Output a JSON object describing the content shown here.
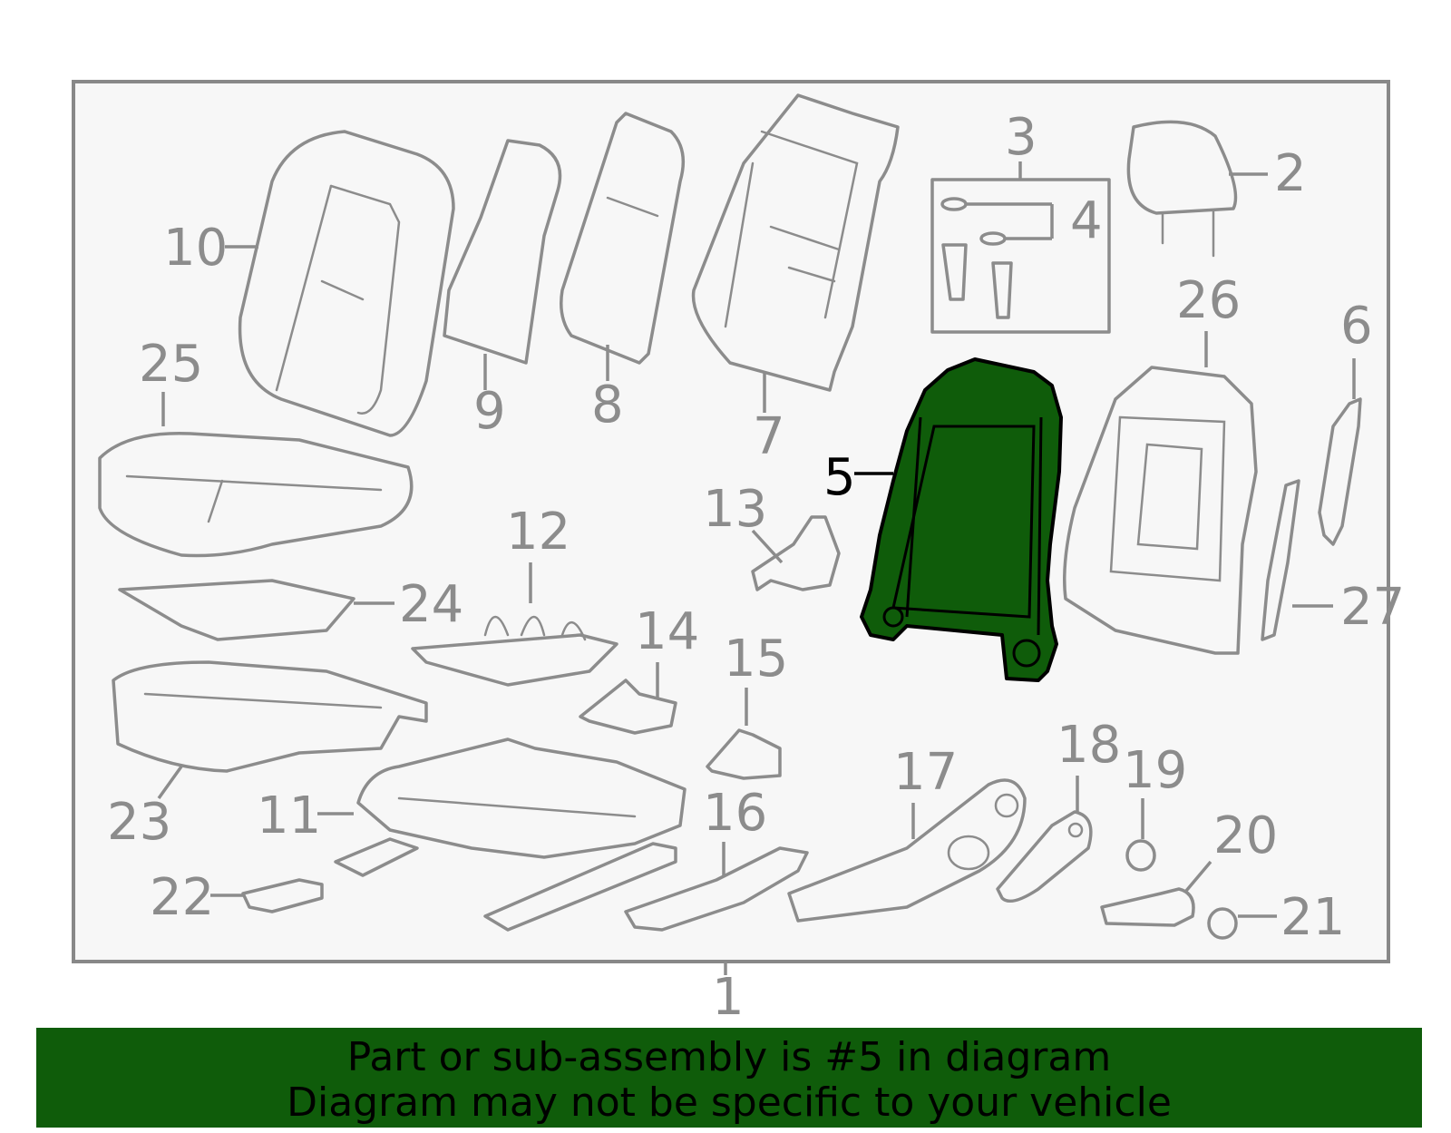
{
  "diagram": {
    "highlighted_part": "5",
    "callouts": [
      "1",
      "2",
      "3",
      "4",
      "5",
      "6",
      "7",
      "8",
      "9",
      "10",
      "11",
      "12",
      "13",
      "14",
      "15",
      "16",
      "17",
      "18",
      "19",
      "20",
      "21",
      "22",
      "23",
      "24",
      "25",
      "26",
      "27"
    ]
  },
  "banner": {
    "line1": "Part or sub-assembly is #5 in diagram",
    "line2": "Diagram may not be specific to your vehicle"
  },
  "colors": {
    "highlight": "#0f5c0a",
    "line": "#8c8c8c"
  }
}
